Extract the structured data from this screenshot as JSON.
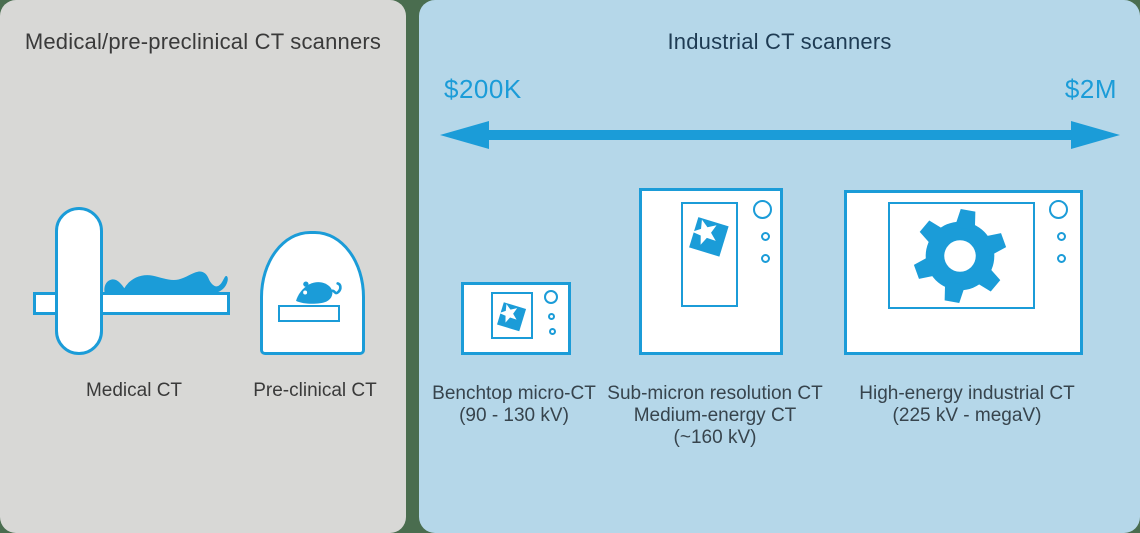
{
  "colors": {
    "page_background": "#4a6d4f",
    "medical_panel_bg": "#d8d8d6",
    "industrial_panel_bg": "#b5d7e9",
    "accent_blue": "#1b9cd8",
    "medical_title_text": "#3a3a3a",
    "industrial_title_text": "#1e3b53",
    "label_text": "#37444d"
  },
  "left_panel": {
    "title": "Medical/pre-preclinical CT scanners",
    "items": [
      {
        "label": "Medical CT",
        "icon": "medical-ct-gantry-with-patient"
      },
      {
        "label": "Pre-clinical CT",
        "icon": "dome-scanner-with-mouse"
      }
    ]
  },
  "right_panel": {
    "title": "Industrial CT scanners",
    "price_axis": {
      "min": "$200K",
      "max": "$2M",
      "style": "double-headed-arrow"
    },
    "scanners": [
      {
        "name": "benchtop",
        "line1": "Benchtop micro-CT",
        "line2": "(90 - 130 kV)"
      },
      {
        "name": "submicron",
        "line1": "Sub-micron resolution CT",
        "line2": "Medium-energy CT",
        "line3": "(~160 kV)"
      },
      {
        "name": "highenergy",
        "line1": "High-energy industrial CT",
        "line2": "(225 kV - megaV)"
      }
    ]
  }
}
